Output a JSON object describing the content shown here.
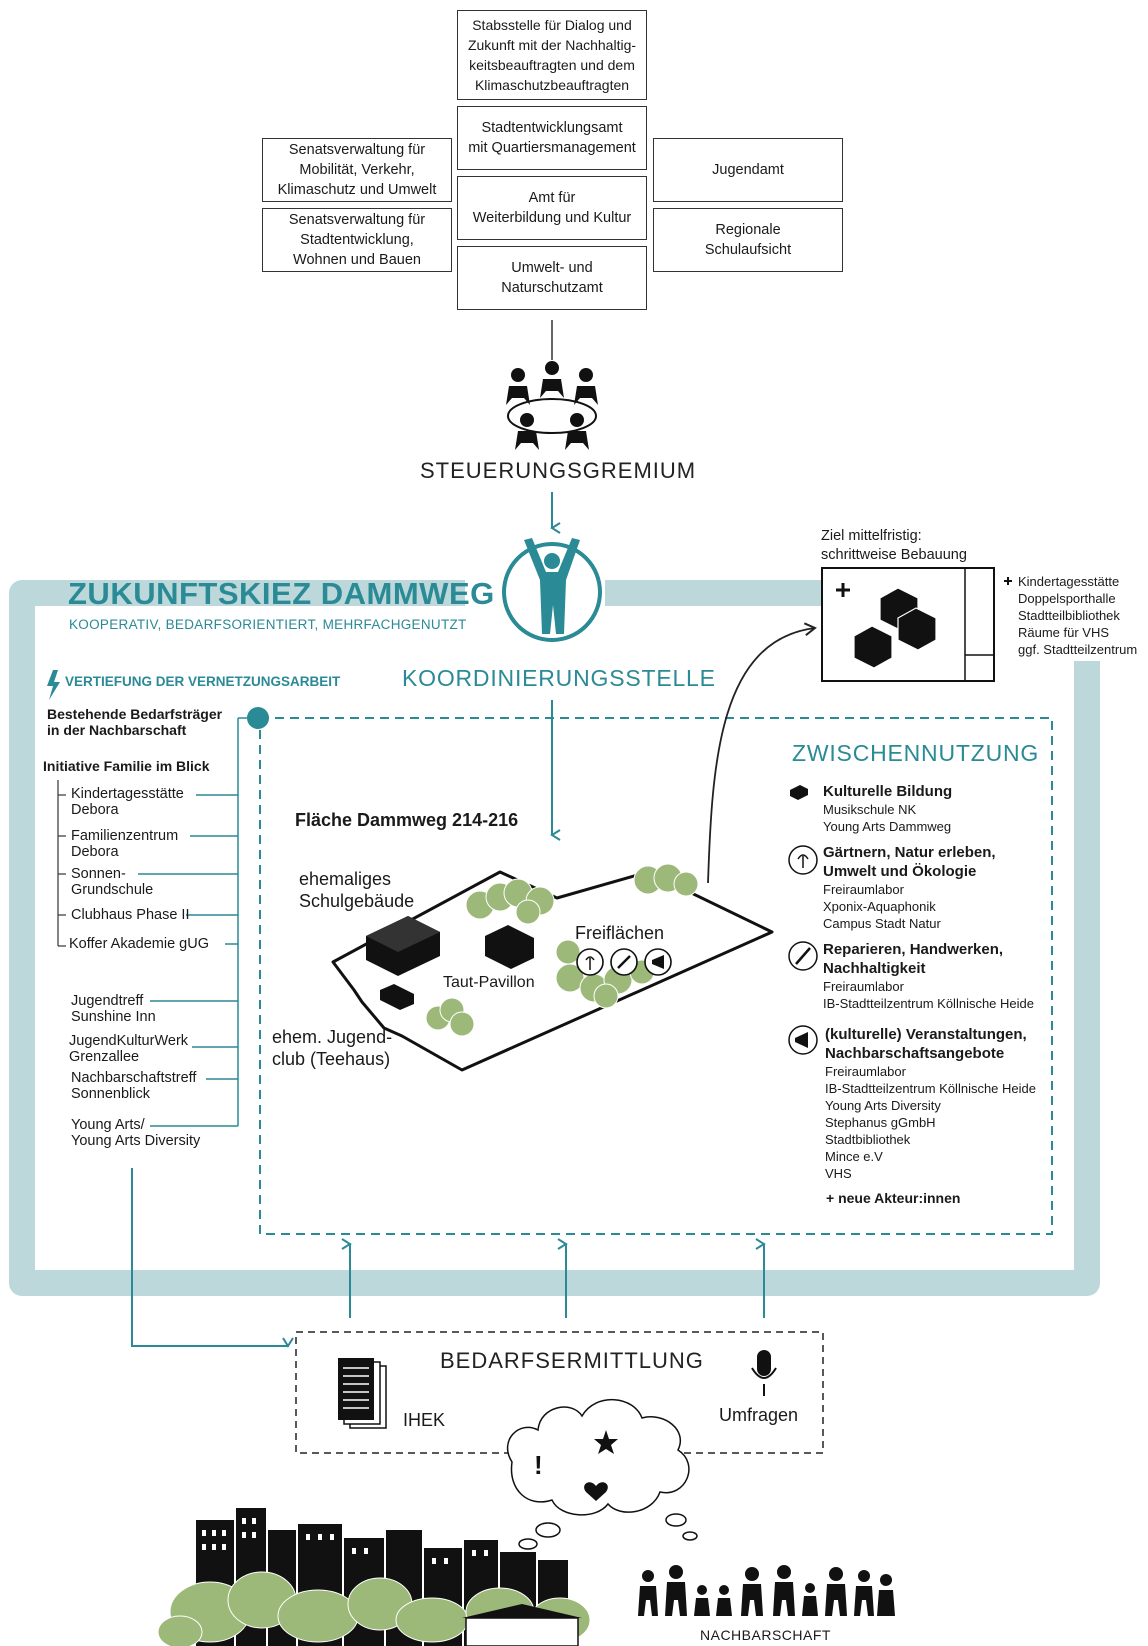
{
  "governance": {
    "stabsstelle": "Stabsstelle für Dialog und\nZukunft mit der Nachhaltig-\nkeitsbeauftragten und dem\nKlimaschutzbeauftragten",
    "stadtentwicklungsamt": "Stadtentwicklungsamt\nmit Quartiersmanagement",
    "weiterbildung": "Amt für\nWeiterbildung und Kultur",
    "umweltamt": "Umwelt- und\nNaturschutzamt",
    "senat_mobilitaet": "Senatsverwaltung für\nMobilität, Verkehr,\nKlimaschutz und Umwelt",
    "senat_stadtentwicklung": "Senatsverwaltung für\nStadtentwicklung,\nWohnen und Bauen",
    "jugendamt": "Jugendamt",
    "schulaufsicht": "Regionale\nSchulaufsicht"
  },
  "steuerungsgremium": "STEUERUNGSGREMIUM",
  "title": "ZUKUNFTSKIEZ DAMMWEG",
  "subtitle": "KOOPERATIV, BEDARFSORIENTIERT, MEHRFACHGENUTZT",
  "koordinierungsstelle": "KOORDINIERUNGSSTELLE",
  "ziel": {
    "label": "Ziel mittelfristig:\nschrittweise Bebauung",
    "items": [
      "Kindertagesstätte",
      "Doppelsporthalle",
      "Stadtteilbibliothek",
      "Räume für VHS",
      "ggf. Stadtteilzentrum"
    ]
  },
  "vernetzung": {
    "heading": "VERTIEFUNG DER VERNETZUNGSARBEIT",
    "bestehende": "Bestehende Bedarfsträger\nin der Nachbarschaft",
    "initiative": "Initiative Familie im Blick",
    "group1": [
      "Kindertagesstätte\nDebora",
      "Familienzentrum\nDebora",
      "Sonnen-\nGrundschule",
      "Clubhaus Phase II",
      "Koffer Akademie gUG"
    ],
    "group2": [
      "Jugendtreff\nSunshine Inn",
      "JugendKulturWerk\nGrenzallee",
      "Nachbarschaftstreff\nSonnenblick",
      "Young Arts/\nYoung Arts Diversity"
    ]
  },
  "site": {
    "title": "Fläche Dammweg 214-216",
    "schulgebaeude": "ehemaliges\nSchulgebäude",
    "freiflaechen": "Freiflächen",
    "pavillon": "Taut-Pavillon",
    "jugendclub": "ehem. Jugend-\nclub (Teehaus)"
  },
  "zwischennutzung": {
    "heading": "ZWISCHENNUTZUNG",
    "groups": [
      {
        "title": "Kulturelle Bildung",
        "icon": "block-icon",
        "items": [
          "Musikschule NK",
          "Young Arts Dammweg"
        ]
      },
      {
        "title": "Gärtnern, Natur erleben,\nUmwelt und Ökologie",
        "icon": "plant-icon",
        "items": [
          "Freiraumlabor",
          "Xponix-Aquaphonik",
          "Campus Stadt Natur"
        ]
      },
      {
        "title": "Reparieren, Handwerken,\nNachhaltigkeit",
        "icon": "wrench-icon",
        "items": [
          "Freiraumlabor",
          "IB-Stadtteilzentrum Köllnische Heide"
        ]
      },
      {
        "title": "(kulturelle) Veranstaltungen,\nNachbarschaftsangebote",
        "icon": "megaphone-icon",
        "items": [
          "Freiraumlabor",
          "IB-Stadtteilzentrum Köllnische Heide",
          "Young Arts Diversity",
          "Stephanus gGmbH",
          "Stadtbibliothek",
          "Mince e.V",
          "VHS"
        ]
      }
    ],
    "neue": "+ neue Akteur:innen"
  },
  "bedarf": {
    "heading": "BEDARFSERMITTLUNG",
    "ihek": "IHEK",
    "umfragen": "Umfragen"
  },
  "nachbarschaft": "NACHBARSCHAFT",
  "colors": {
    "teal": "#2a8a95",
    "frame": "#bcd8da",
    "tree": "#9cb97a"
  }
}
